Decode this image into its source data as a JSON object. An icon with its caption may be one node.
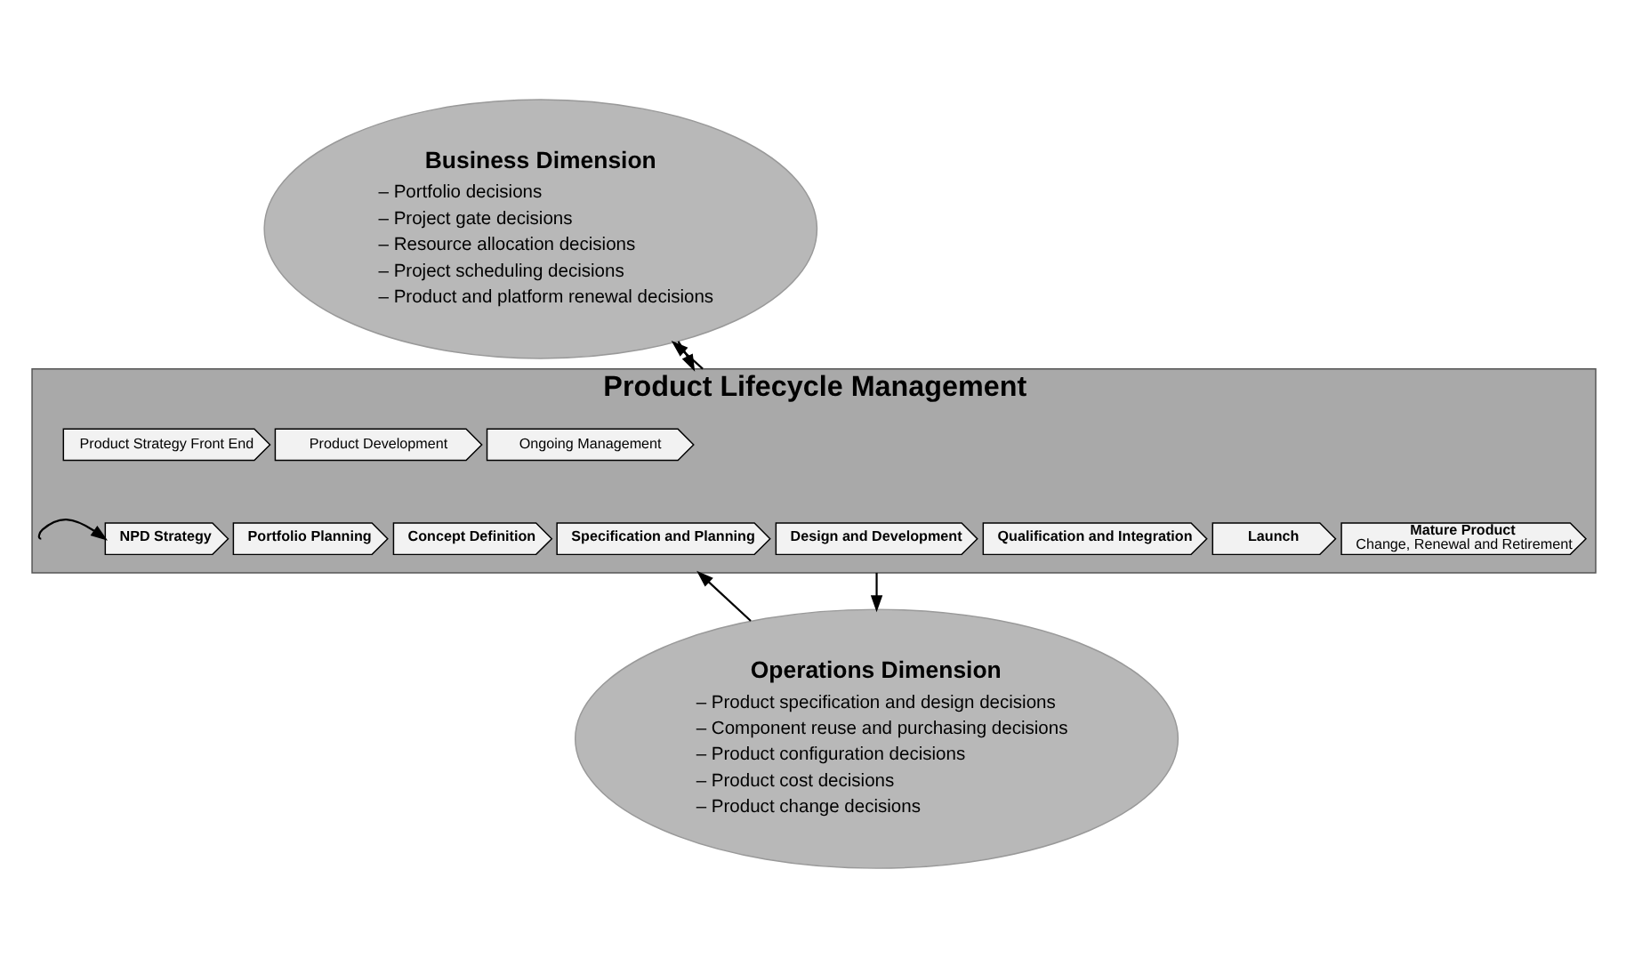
{
  "diagram": {
    "nodes": [
      {
        "text": [
          "Business Dimension",
          "– Portfolio decisions",
          "– Project gate decisions",
          "– Resource allocation decisions",
          "– Project scheduling decisions",
          "– Product and platform renewal decisions"
        ]
      },
      {
        "text": [
          "Product Lifecycle Management"
        ]
      },
      {
        "text": [
          "Product Strategy Front End"
        ],
        "in": 1
      },
      {
        "text": [
          "Product Development"
        ],
        "in": 1
      },
      {
        "text": [
          "Ongoing Management"
        ],
        "in": 1
      },
      {
        "text": [
          "NPD Strategy"
        ],
        "in": 1
      },
      {
        "text": [
          "Portfolio Planning"
        ],
        "in": 1
      },
      {
        "text": [
          "Concept Definition"
        ],
        "in": 1
      },
      {
        "text": [
          "Specification and Planning"
        ],
        "in": 1
      },
      {
        "text": [
          "Design and Development"
        ],
        "in": 1
      },
      {
        "text": [
          "Qualification and Integration"
        ],
        "in": 1
      },
      {
        "text": [
          "Launch"
        ],
        "in": 1
      },
      {
        "text": [
          "Mature Product",
          "Change, Renewal and Retirement"
        ],
        "in": 1
      },
      {
        "text": [
          "Operations Dimension",
          "– Product specification and design decisions",
          "– Component reuse and purchasing decisions",
          "– Product configuration decisions",
          "– Product cost decisions",
          "– Product change decisions"
        ]
      }
    ],
    "edges": [
      {
        "from": 0,
        "to": 1,
        "arrow": "to"
      },
      {
        "from": 1,
        "to": 0,
        "arrow": "to"
      },
      {
        "from": 13,
        "to": 1,
        "arrow": "to"
      },
      {
        "from": 1,
        "to": 13,
        "arrow": "to"
      },
      {
        "from": 1,
        "to": 5,
        "arrow": "to"
      }
    ]
  }
}
